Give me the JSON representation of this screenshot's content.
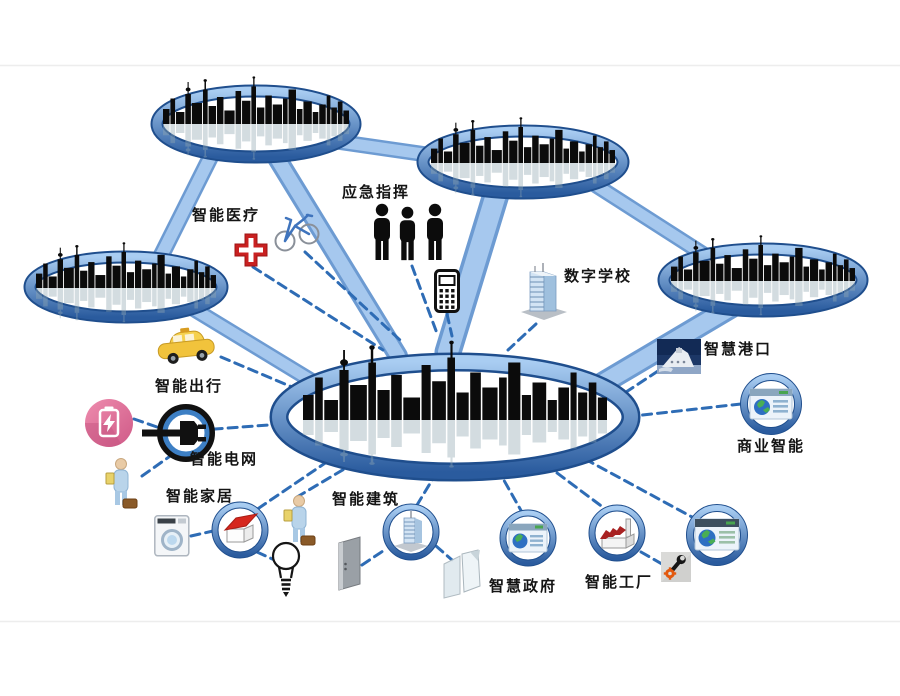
{
  "diagram_title": "smart city network diagram",
  "labels": {
    "smart_medical": "智能医疗",
    "emergency_command": "应急指挥",
    "digital_school": "数字学校",
    "smart_port": "智慧港口",
    "business_intelligence": "商业智能",
    "smart_travel": "智能出行",
    "smart_grid": "智能电网",
    "smart_home": "智能家居",
    "smart_building": "智能建筑",
    "smart_government": "智慧政府",
    "smart_factory": "智能工厂"
  },
  "city_nodes": [
    "top-left",
    "top-right",
    "right",
    "left",
    "center"
  ],
  "icons": {
    "medical": "red-cross-icon",
    "cycling": "bicycle-icon",
    "emergency": "people-group-icon",
    "communication": "mobile-phone-icon",
    "school": "tower-building-icon",
    "port": "ship-icon",
    "business_intelligence": "browser-globe-icon",
    "travel": "taxi-icon",
    "energy": "battery-icon",
    "grid": "power-plug-icon",
    "citizen": "person-briefcase-icon",
    "home_appliance": "washing-machine-icon",
    "home": "house-icon",
    "lighting": "light-bulb-icon",
    "entry": "door-icon",
    "building": "tower-building-icon",
    "glazing": "window-panes-icon",
    "government": "browser-globe-icon",
    "factory": "factory-icon",
    "maintenance": "wrench-gear-icon"
  },
  "colors": {
    "connector_band": "#8fb6e2",
    "ring_dark": "#1f4e8d",
    "ring_light": "#a9cdf2",
    "dashed_line": "#2e6cb5",
    "battery_circle_pink": "#e0719b",
    "cross_red": "#c92121",
    "taxi_yellow": "#f1c33c",
    "roof_red": "#d6271d",
    "skyline": "#0b0b0b",
    "reflection": "#93a9b3"
  }
}
